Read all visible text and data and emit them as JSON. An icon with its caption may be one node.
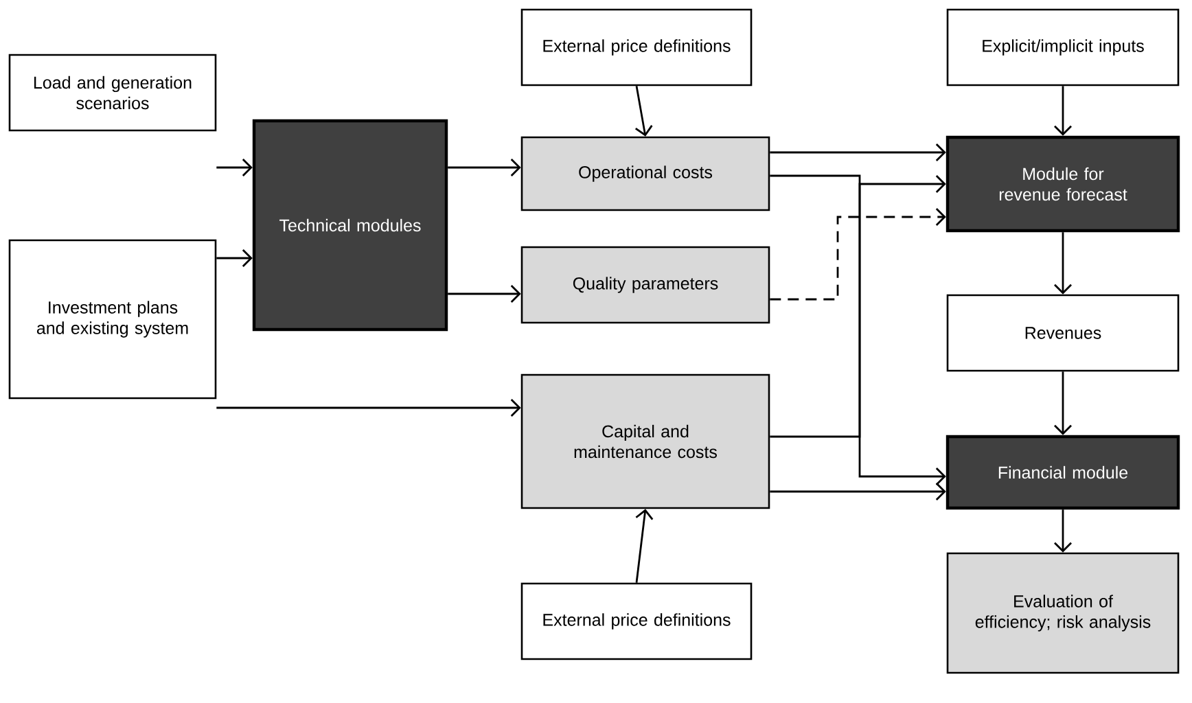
{
  "diagram": {
    "nodes": [
      {
        "text": [
          "Load and generation scenarios"
        ]
      },
      {
        "text": [
          "Investment plans and existing system"
        ]
      },
      {
        "text": [
          "Technical modules"
        ]
      },
      {
        "text": [
          "External price definitions"
        ]
      },
      {
        "text": [
          "Operational costs"
        ]
      },
      {
        "text": [
          "Quality parameters"
        ]
      },
      {
        "text": [
          "Capital and maintenance costs"
        ]
      },
      {
        "text": [
          "External price definitions"
        ]
      },
      {
        "text": [
          "Explicit/implicit inputs"
        ]
      },
      {
        "text": [
          "Module for revenue forecast"
        ]
      },
      {
        "text": [
          "Revenues"
        ]
      },
      {
        "text": [
          "Financial module"
        ]
      },
      {
        "text": [
          "Evaluation of efficiency; risk analysis"
        ]
      }
    ],
    "edges": [
      {
        "from": 0,
        "to": 2,
        "arrow": "to"
      },
      {
        "from": 1,
        "to": 2,
        "arrow": "to"
      },
      {
        "from": 2,
        "to": 4,
        "arrow": "to"
      },
      {
        "from": 2,
        "to": 5,
        "arrow": "to"
      },
      {
        "from": 1,
        "to": 6,
        "arrow": "to"
      },
      {
        "from": 3,
        "to": 4,
        "arrow": "to"
      },
      {
        "from": 7,
        "to": 6,
        "arrow": "to"
      },
      {
        "from": 8,
        "to": 9,
        "arrow": "to"
      },
      {
        "from": 4,
        "to": 9,
        "arrow": "to"
      },
      {
        "from": 4,
        "to": 11,
        "arrow": "to"
      },
      {
        "from": 5,
        "to": 9,
        "arrow": "to",
        "style": "dashed"
      },
      {
        "from": 6,
        "to": 9,
        "arrow": "to"
      },
      {
        "from": 6,
        "to": 11,
        "arrow": "to"
      },
      {
        "from": 9,
        "to": 10,
        "arrow": "to"
      },
      {
        "from": 10,
        "to": 11,
        "arrow": "to"
      },
      {
        "from": 11,
        "to": 12,
        "arrow": "to"
      }
    ]
  }
}
